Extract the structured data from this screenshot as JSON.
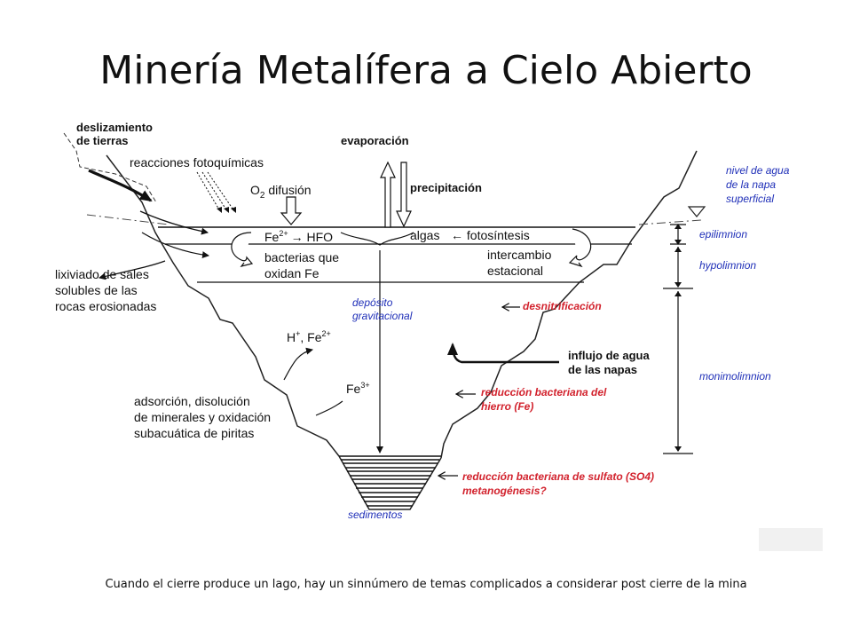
{
  "slide": {
    "title": "Minería Metalífera a Cielo Abierto",
    "caption": "Cuando el cierre produce un lago, hay un sinnúmero de temas complicados a considerar post cierre de la mina"
  },
  "diagram": {
    "landslide": [
      "deslizamiento",
      "de tierras"
    ],
    "photochem": "reacciones fotoquímicas",
    "o2": "O",
    "o2_sub": "2",
    "o2_text": " difusión",
    "evaporation": "evaporación",
    "precipitation": "precipitación",
    "fe2": "Fe",
    "fe2_sup": "2+",
    "hfo": "→ HFO",
    "algae": "algas",
    "photosynthesis": "← fotosíntesis",
    "bacteria": [
      "bacterias que",
      "oxidan Fe"
    ],
    "seasonal_exchange": [
      "intercambio",
      "estacional"
    ],
    "leaching": [
      "lixiviado de sales",
      "solubles de las",
      "rocas erosionadas"
    ],
    "deposition": [
      "depósito",
      "gravitacional"
    ],
    "denitrification": "desnitrificación",
    "hfe": "H",
    "hfe_sup1": "+",
    "hfe_mid": ", Fe",
    "hfe_sup2": "2+",
    "groundwater_inflow": [
      "influjo de agua",
      "de las napas"
    ],
    "fe3": "Fe",
    "fe3_sup": "3+",
    "adsorption": [
      "adsorción, disolución",
      "de minerales y oxidación",
      "subacuática de piritas"
    ],
    "iron_reduction": [
      "reducción bacteriana del",
      "hierro (Fe)"
    ],
    "sulfate_reduction": [
      "reducción bacteriana de sulfato (SO4)",
      "metanogénesis?"
    ],
    "sediments": "sedimentos",
    "water_table": [
      "nivel de agua",
      "de la napa",
      "superficial"
    ],
    "epilimnion": "epilimnion",
    "hypolimnion": "hypolimnion",
    "monimolimnion": "monimolimnion"
  }
}
